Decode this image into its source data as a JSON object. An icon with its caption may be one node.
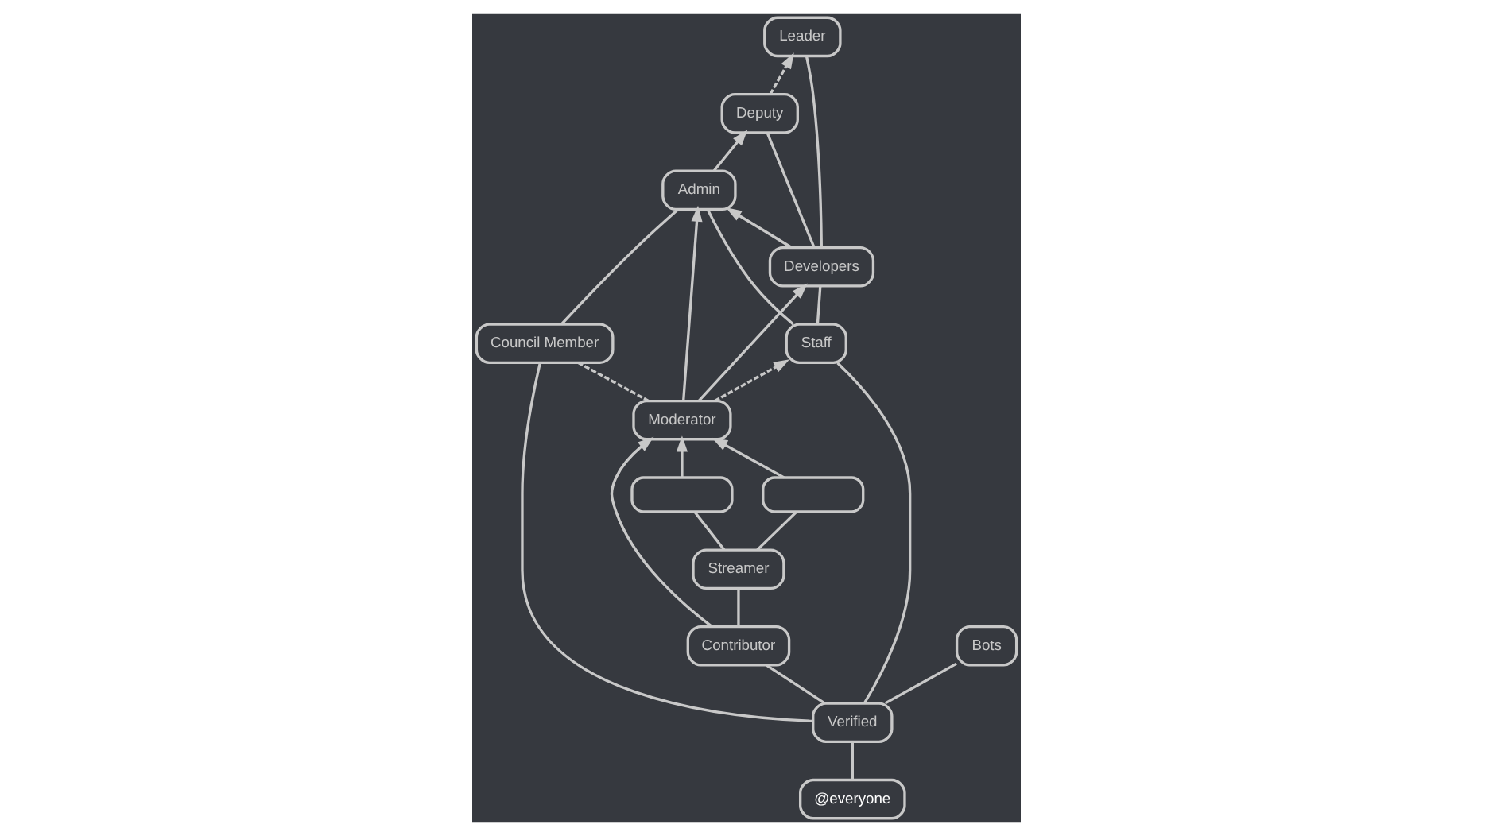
{
  "diagram": {
    "nodes": [
      {
        "text": [
          "Deputy"
        ]
      },
      {
        "text": [
          "Leader"
        ]
      },
      {
        "text": [
          "Moderator"
        ]
      },
      {
        "text": [
          "Admin"
        ]
      },
      {
        "text": [
          "Developers"
        ]
      },
      {
        "text": [],
        "shape": "box"
      },
      {
        "text": [],
        "shape": "box"
      },
      {
        "text": [
          "Streamer"
        ]
      },
      {
        "text": [
          "Council Member"
        ]
      },
      {
        "text": [
          "Contributor"
        ]
      },
      {
        "text": [
          "Staff"
        ]
      },
      {
        "text": [
          "Bots"
        ]
      },
      {
        "text": [
          "Verified"
        ]
      },
      {
        "text": [
          "@everyone"
        ]
      }
    ],
    "edges": [
      {
        "from": 6,
        "to": 2,
        "arrow": "to"
      },
      {
        "from": 5,
        "to": 2,
        "arrow": "to"
      },
      {
        "from": 9,
        "to": 2,
        "arrow": "to"
      },
      {
        "from": 2,
        "to": 3,
        "arrow": "to"
      },
      {
        "from": 2,
        "to": 4,
        "arrow": "to"
      },
      {
        "from": 3,
        "to": 0,
        "arrow": "to"
      },
      {
        "from": 0,
        "to": 1,
        "arrow": "to",
        "style": "dashed"
      },
      {
        "from": 4,
        "to": 3,
        "arrow": "to"
      },
      {
        "from": 4,
        "to": 0,
        "arrow": "none"
      },
      {
        "from": 4,
        "to": 1,
        "arrow": "none"
      },
      {
        "from": 2,
        "to": 8,
        "arrow": "none",
        "style": "dashed"
      },
      {
        "from": 2,
        "to": 10,
        "arrow": "to",
        "style": "dashed"
      },
      {
        "from": 8,
        "to": 3,
        "arrow": "none"
      },
      {
        "from": 10,
        "to": 3,
        "arrow": "none"
      },
      {
        "from": 10,
        "to": 4,
        "arrow": "none"
      },
      {
        "from": 7,
        "to": 6,
        "arrow": "none"
      },
      {
        "from": 7,
        "to": 5,
        "arrow": "none"
      },
      {
        "from": 9,
        "to": 7,
        "arrow": "none"
      },
      {
        "from": 12,
        "to": 9,
        "arrow": "none"
      },
      {
        "from": 12,
        "to": 8,
        "arrow": "none"
      },
      {
        "from": 12,
        "to": 10,
        "arrow": "none"
      },
      {
        "from": 12,
        "to": 11,
        "arrow": "none"
      },
      {
        "from": 13,
        "to": 12,
        "arrow": "none"
      }
    ]
  }
}
